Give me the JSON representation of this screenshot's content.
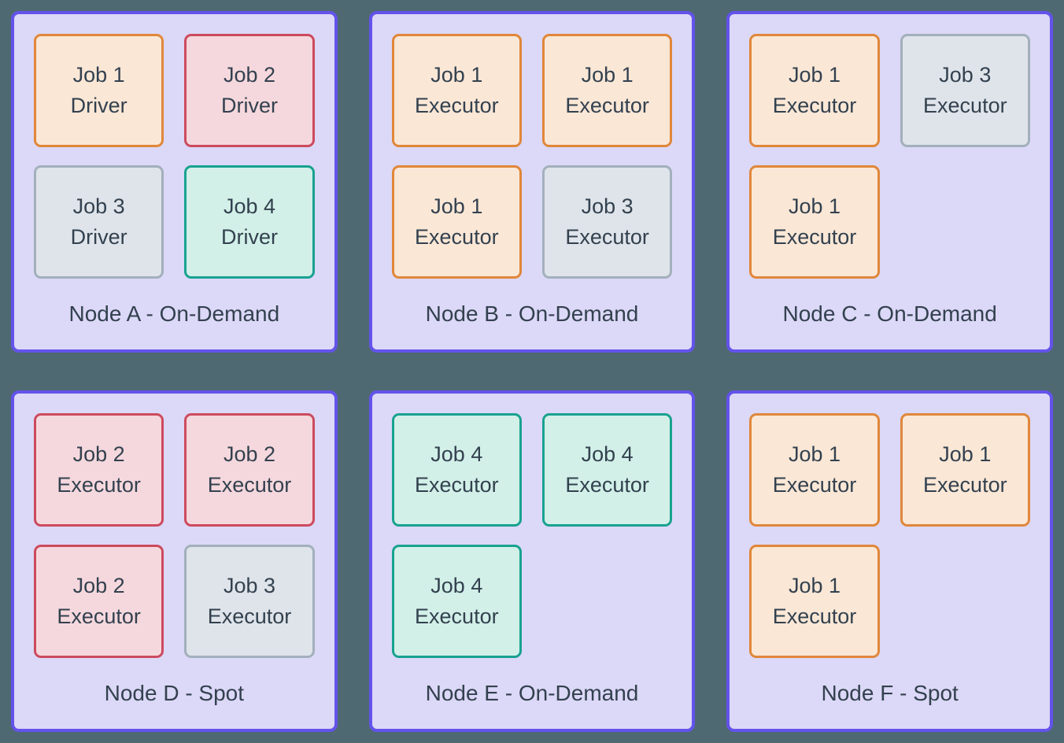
{
  "page": {
    "background_color": "#4e6971",
    "text_color": "#33414f"
  },
  "colors": {
    "node": {
      "fill": "#dcd8f7",
      "border": "#6353ea"
    },
    "job1": {
      "fill": "#fae7d6",
      "border": "#e0873a"
    },
    "job2": {
      "fill": "#f5d8dd",
      "border": "#cc4a5e"
    },
    "job3": {
      "fill": "#dfe4ea",
      "border": "#a2b0bc"
    },
    "job4": {
      "fill": "#d2f0e8",
      "border": "#18a28f"
    }
  },
  "nodes": [
    {
      "id": "a",
      "label": "Node A - On-Demand",
      "jobs": [
        {
          "title": "Job 1",
          "role": "Driver",
          "type": "job1"
        },
        {
          "title": "Job 2",
          "role": "Driver",
          "type": "job2"
        },
        {
          "title": "Job 3",
          "role": "Driver",
          "type": "job3"
        },
        {
          "title": "Job 4",
          "role": "Driver",
          "type": "job4"
        }
      ]
    },
    {
      "id": "b",
      "label": "Node B - On-Demand",
      "jobs": [
        {
          "title": "Job 1",
          "role": "Executor",
          "type": "job1"
        },
        {
          "title": "Job 1",
          "role": "Executor",
          "type": "job1"
        },
        {
          "title": "Job 1",
          "role": "Executor",
          "type": "job1"
        },
        {
          "title": "Job 3",
          "role": "Executor",
          "type": "job3"
        }
      ]
    },
    {
      "id": "c",
      "label": "Node C - On-Demand",
      "jobs": [
        {
          "title": "Job 1",
          "role": "Executor",
          "type": "job1"
        },
        {
          "title": "Job 3",
          "role": "Executor",
          "type": "job3"
        },
        {
          "title": "Job 1",
          "role": "Executor",
          "type": "job1"
        }
      ]
    },
    {
      "id": "d",
      "label": "Node D - Spot",
      "jobs": [
        {
          "title": "Job 2",
          "role": "Executor",
          "type": "job2"
        },
        {
          "title": "Job 2",
          "role": "Executor",
          "type": "job2"
        },
        {
          "title": "Job 2",
          "role": "Executor",
          "type": "job2"
        },
        {
          "title": "Job 3",
          "role": "Executor",
          "type": "job3"
        }
      ]
    },
    {
      "id": "e",
      "label": "Node E - On-Demand",
      "jobs": [
        {
          "title": "Job 4",
          "role": "Executor",
          "type": "job4"
        },
        {
          "title": "Job 4",
          "role": "Executor",
          "type": "job4"
        },
        {
          "title": "Job 4",
          "role": "Executor",
          "type": "job4"
        }
      ]
    },
    {
      "id": "f",
      "label": "Node F - Spot",
      "jobs": [
        {
          "title": "Job 1",
          "role": "Executor",
          "type": "job1"
        },
        {
          "title": "Job 1",
          "role": "Executor",
          "type": "job1"
        },
        {
          "title": "Job 1",
          "role": "Executor",
          "type": "job1"
        }
      ]
    }
  ]
}
